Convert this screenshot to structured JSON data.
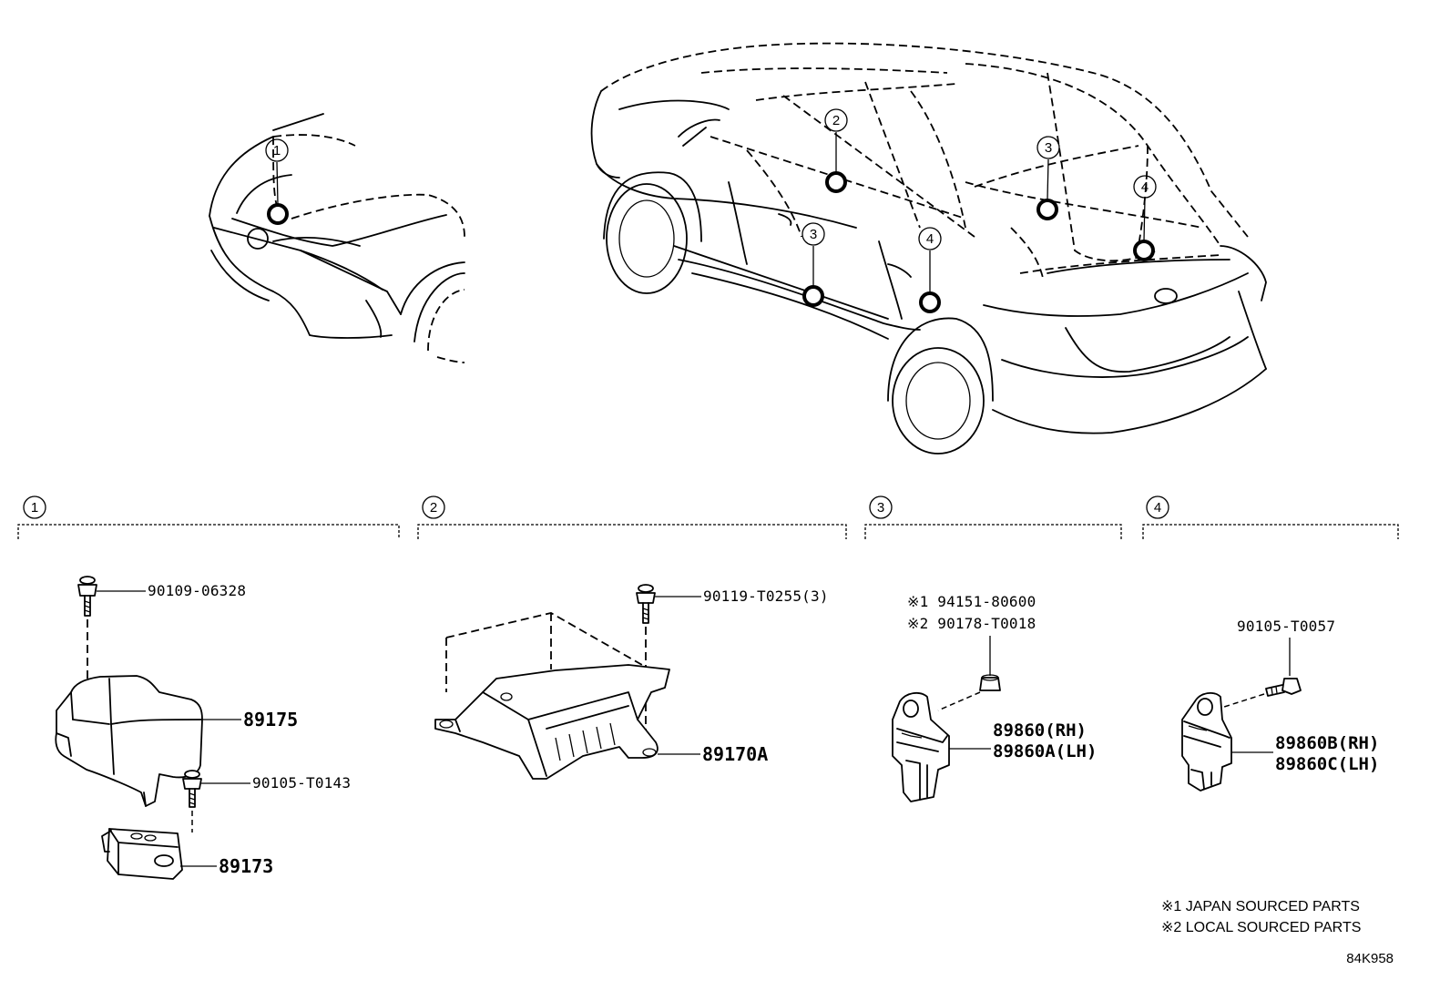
{
  "sections": [
    {
      "callout": "1"
    },
    {
      "callout": "2"
    },
    {
      "callout": "3"
    },
    {
      "callout": "4"
    }
  ],
  "locator_callouts": [
    "1",
    "2",
    "3",
    "4",
    "3",
    "4"
  ],
  "parts": {
    "s1_bolt": "90109-06328",
    "s1_cover": "89175",
    "s1_bolt2": "90105-T0143",
    "s1_sensor": "89173",
    "s2_bolt": "90119-T0255(3)",
    "s2_module": "89170A",
    "s3_nut1": "※1 94151-80600",
    "s3_nut2": "※2 90178-T0018",
    "s3_sensor_rh": "89860(RH)",
    "s3_sensor_lh": "89860A(LH)",
    "s4_bolt": "90105-T0057",
    "s4_sensor_rh": "89860B(RH)",
    "s4_sensor_lh": "89860C(LH)"
  },
  "notes": [
    "※1 JAPAN SOURCED PARTS",
    "※2 LOCAL SOURCED PARTS"
  ],
  "diagram_code": "84K958"
}
